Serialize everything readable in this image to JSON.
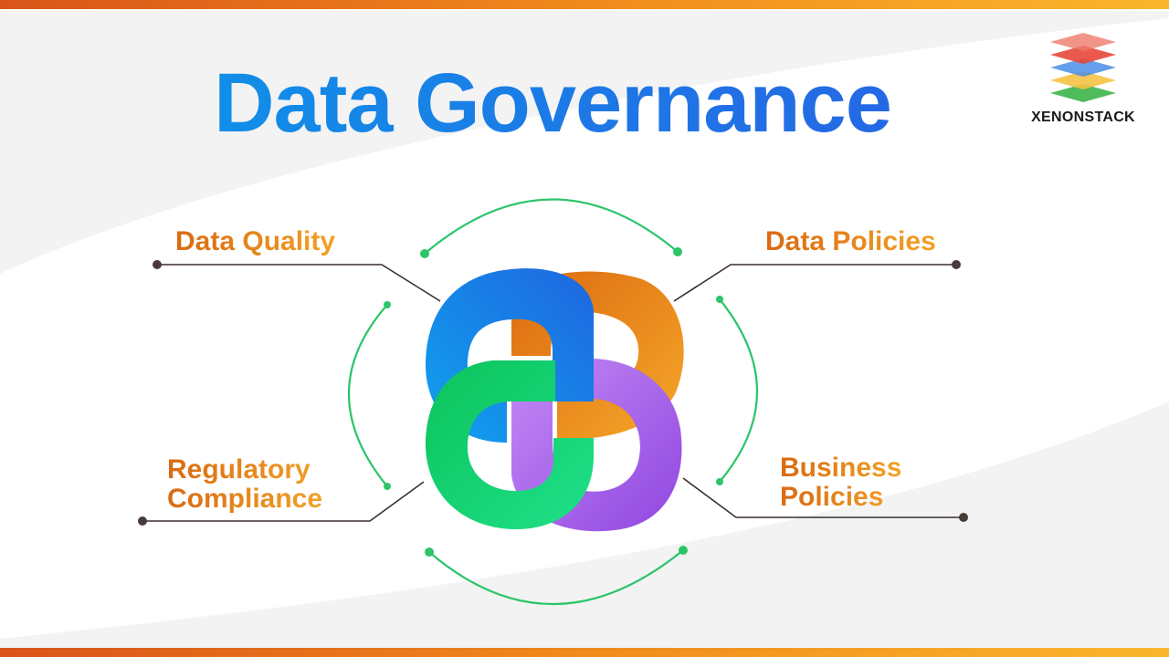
{
  "header": {
    "title": "Data Governance"
  },
  "brand": {
    "name": "XENONSTACK",
    "logo_colors": [
      "#e8473a",
      "#4a8de6",
      "#f5c242",
      "#3cb54a"
    ]
  },
  "pillars": [
    {
      "label": "Data Quality",
      "color": "#1f8ae6"
    },
    {
      "label": "Data Policies",
      "color": "#ee8a1c"
    },
    {
      "label": "Regulatory\nCompliance",
      "color": "#1bd070"
    },
    {
      "label": "Business\nPolicies",
      "color": "#a55ee6"
    }
  ],
  "colors": {
    "title_start": "#0a9be8",
    "title_end": "#2a5ee2",
    "label_start": "#d96a12",
    "label_end": "#f2a227",
    "connector_arc": "#2cc56a",
    "leader_line": "#4a3b3b",
    "accent_bar": "#f08a1c"
  }
}
